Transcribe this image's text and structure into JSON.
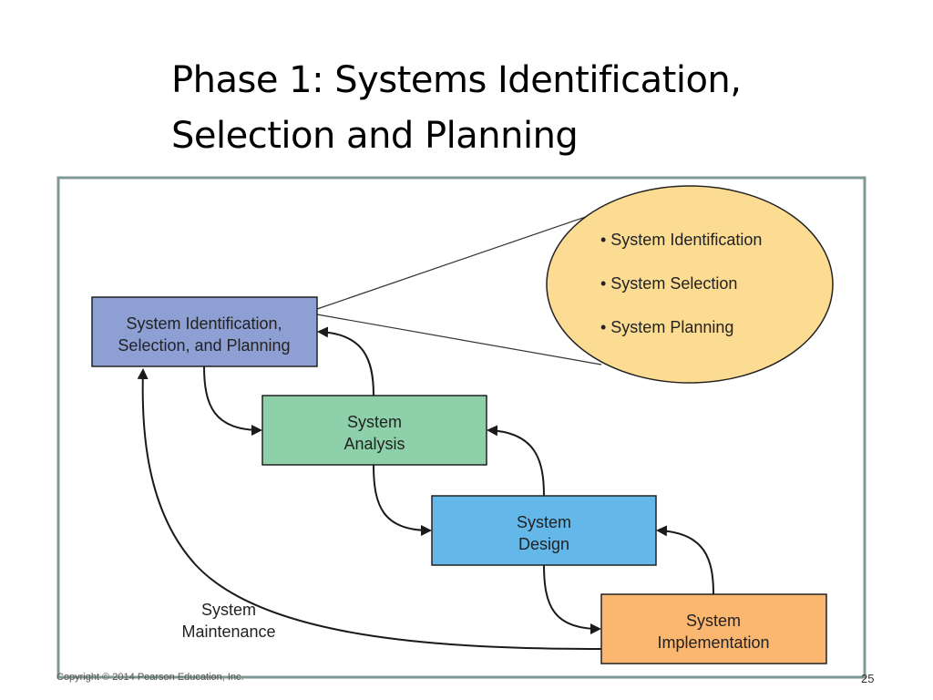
{
  "slide": {
    "title_line1": "Phase 1: Systems Identification,",
    "title_line2": "Selection and Planning",
    "copyright": "Copyright © 2014 Pearson Education, Inc.",
    "page_number": "25"
  },
  "diagram": {
    "boxes": {
      "identification": {
        "line1": "System Identification,",
        "line2": "Selection, and Planning",
        "color": "#8e9fd3"
      },
      "analysis": {
        "line1": "System",
        "line2": "Analysis",
        "color": "#8dd0aa"
      },
      "design": {
        "line1": "System",
        "line2": "Design",
        "color": "#63b8e9"
      },
      "implementation": {
        "line1": "System",
        "line2": "Implementation",
        "color": "#fbb66f"
      }
    },
    "detail_bubble": {
      "color": "#fcdb92",
      "items": [
        "• System Identification",
        "• System Selection",
        "• System Planning"
      ]
    },
    "maintenance_label": {
      "line1": "System",
      "line2": "Maintenance"
    },
    "frame_color": "#7f9a96"
  }
}
